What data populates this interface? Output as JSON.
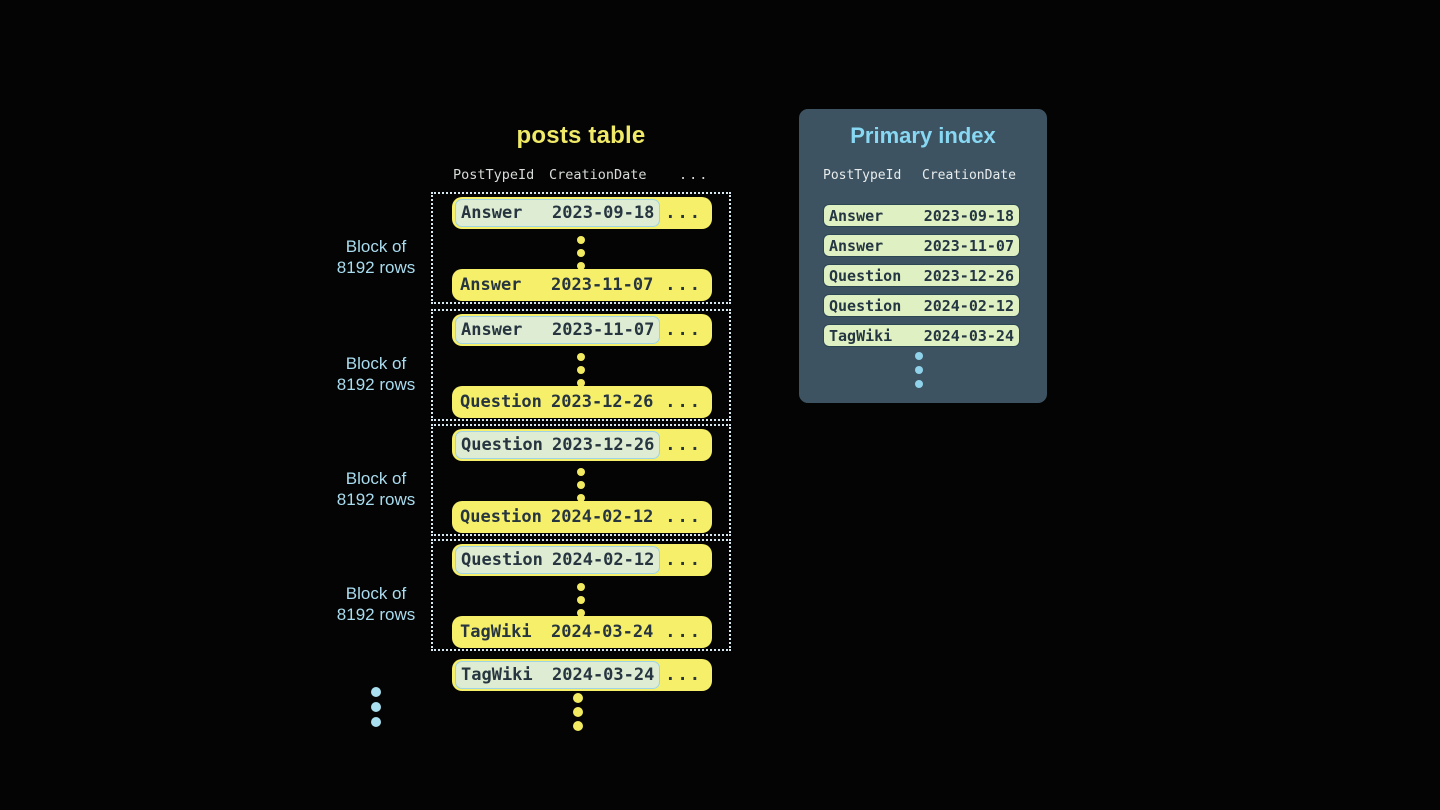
{
  "colors": {
    "background": "#040404",
    "row_yellow": "#f6ef69",
    "accent_yellow": "#f0ea68",
    "label_light_blue": "#a9dcee",
    "index_title_blue": "#88d8f3",
    "panel_background": "#3d5362",
    "index_row_background": "#dff0c3",
    "highlight_background": "#ddecd2",
    "highlight_border_blue": "#9fd3e8",
    "dark_text": "#263540",
    "dotted_block_border": "#d7e8f0"
  },
  "posts_table": {
    "title": "posts table",
    "header": {
      "col1": "PostTypeId",
      "col2": "CreationDate",
      "ellipsis": "..."
    },
    "row_ellipsis": "...",
    "block_label": {
      "line1": "Block of",
      "line2": "8192 rows"
    },
    "blocks": [
      {
        "first": {
          "type": "Answer",
          "date": "2023-09-18"
        },
        "last": {
          "type": "Answer",
          "date": "2023-11-07"
        }
      },
      {
        "first": {
          "type": "Answer",
          "date": "2023-11-07"
        },
        "last": {
          "type": "Question",
          "date": "2023-12-26"
        }
      },
      {
        "first": {
          "type": "Question",
          "date": "2023-12-26"
        },
        "last": {
          "type": "Question",
          "date": "2024-02-12"
        }
      },
      {
        "first": {
          "type": "Question",
          "date": "2024-02-12"
        },
        "last": {
          "type": "TagWiki",
          "date": "2024-03-24"
        }
      }
    ],
    "overflow_row": {
      "type": "TagWiki",
      "date": "2024-03-24"
    }
  },
  "primary_index": {
    "title": "Primary index",
    "header": {
      "col1": "PostTypeId",
      "col2": "CreationDate"
    },
    "rows": [
      {
        "type": "Answer",
        "date": "2023-09-18"
      },
      {
        "type": "Answer",
        "date": "2023-11-07"
      },
      {
        "type": "Question",
        "date": "2023-12-26"
      },
      {
        "type": "Question",
        "date": "2024-02-12"
      },
      {
        "type": "TagWiki",
        "date": "2024-03-24"
      }
    ]
  }
}
